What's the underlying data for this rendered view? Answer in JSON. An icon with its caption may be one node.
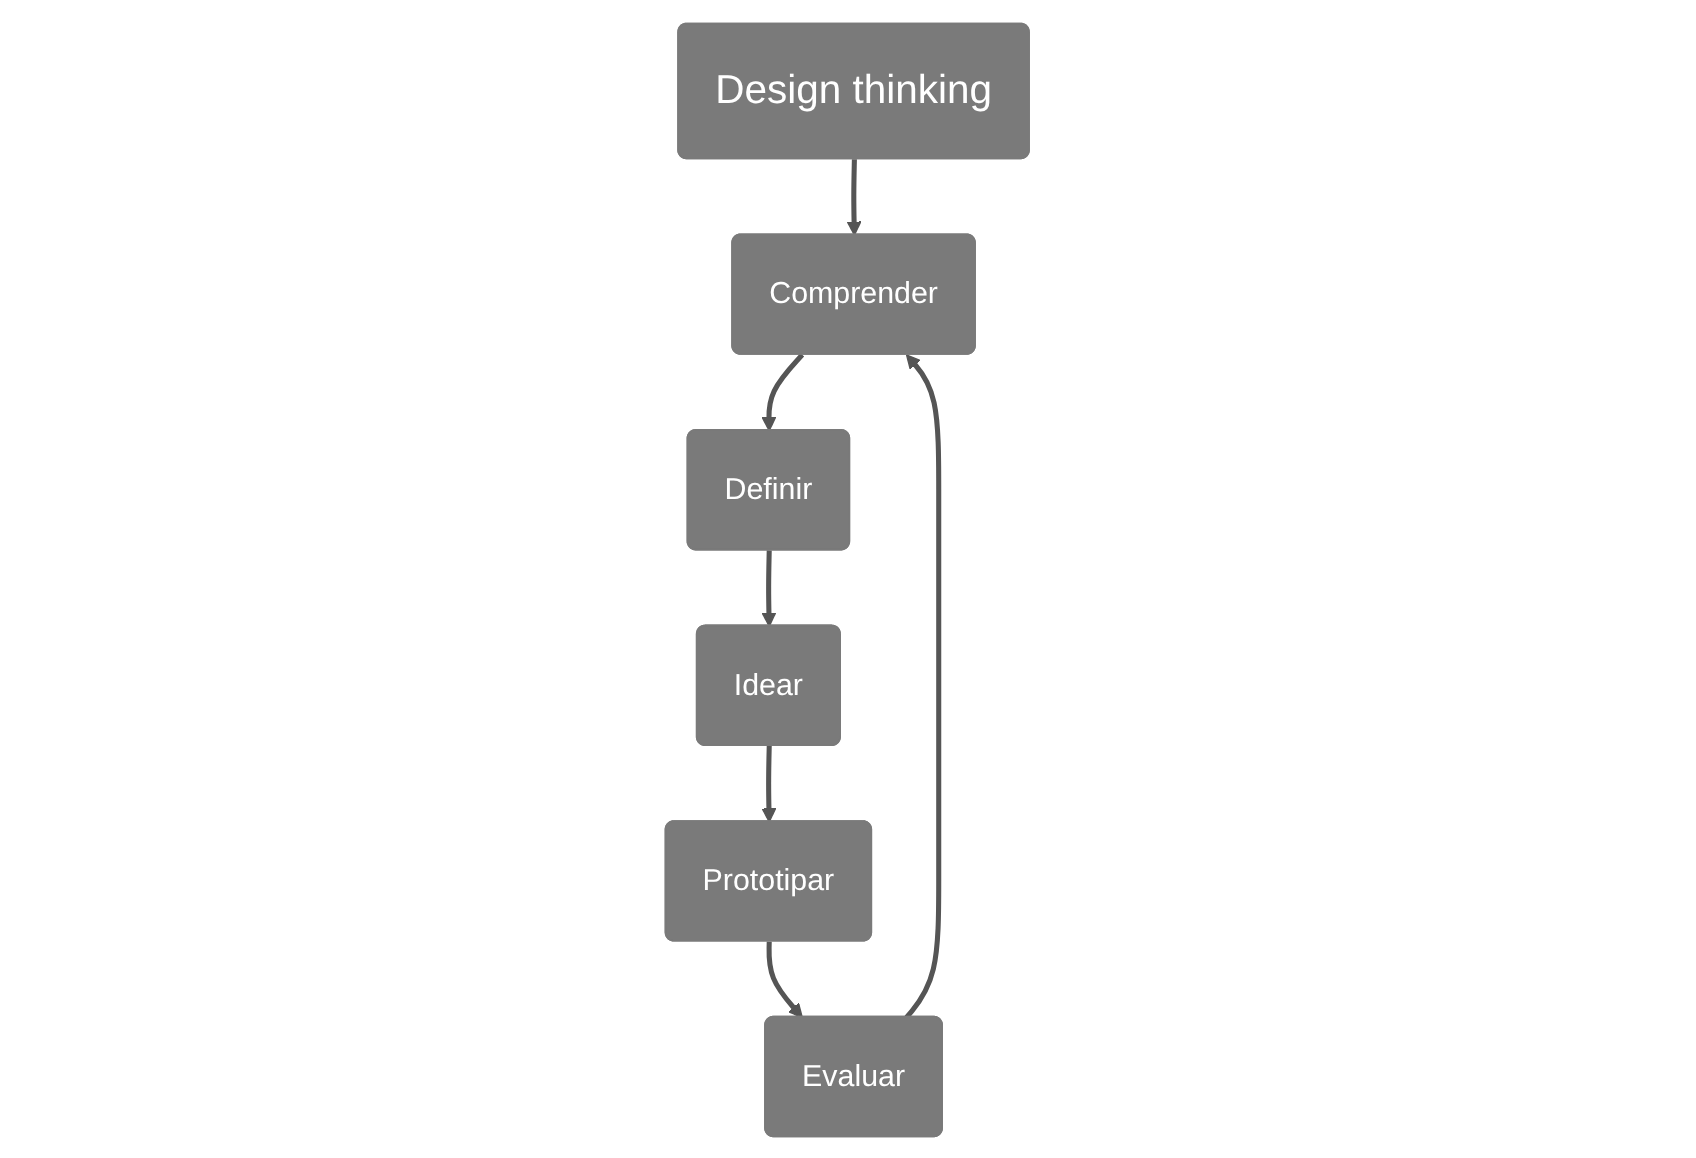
{
  "diagram": {
    "nodes": [
      {
        "text": [
          "Design thinking"
        ]
      },
      {
        "text": [
          "Comprender"
        ]
      },
      {
        "text": [
          "Definir"
        ]
      },
      {
        "text": [
          "Idear"
        ]
      },
      {
        "text": [
          "Prototipar"
        ]
      },
      {
        "text": [
          "Evaluar"
        ]
      }
    ],
    "edges": [
      {
        "from": 0,
        "to": 1,
        "arrow": "to"
      },
      {
        "from": 1,
        "to": 2,
        "arrow": "to"
      },
      {
        "from": 2,
        "to": 3,
        "arrow": "to"
      },
      {
        "from": 3,
        "to": 4,
        "arrow": "to"
      },
      {
        "from": 4,
        "to": 5,
        "arrow": "to"
      },
      {
        "from": 5,
        "to": 1,
        "arrow": "to"
      }
    ]
  }
}
